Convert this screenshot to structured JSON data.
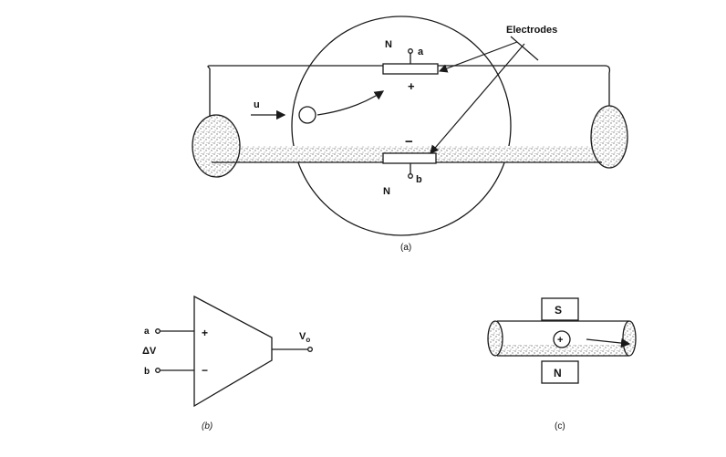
{
  "diagram_a": {
    "label_electrodes": "Electrodes",
    "label_N_top": "N",
    "label_a": "a",
    "label_plus": "+",
    "label_minus": "−",
    "label_u": "u",
    "label_N_bottom": "N",
    "label_b": "b",
    "caption": "(a)"
  },
  "diagram_b": {
    "label_a": "a",
    "label_b": "b",
    "label_dv": "ΔV",
    "label_plus": "+",
    "label_minus": "−",
    "label_vo": "V",
    "label_vo_sub": "o",
    "caption": "(b)"
  },
  "diagram_c": {
    "label_S": "S",
    "label_N": "N",
    "label_plus": "+",
    "caption": "(c)"
  },
  "colors": {
    "ink": "#1a1a1a",
    "stipple": "#9a9a9a"
  }
}
